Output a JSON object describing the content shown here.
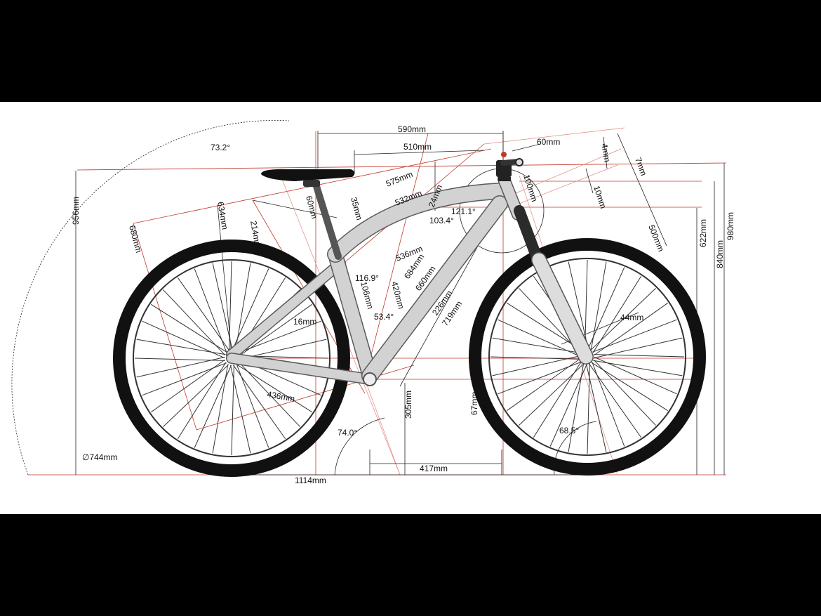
{
  "labels": {
    "wheelbase": "1114mm",
    "top_tube_eff": "590mm",
    "top_tube_a": "510mm",
    "stem": "60mm",
    "reach_575": "575mm",
    "tt_532": "532mm",
    "st_536": "536mm",
    "dt_684": "684mm",
    "dt_660": "660mm",
    "dt_719": "719mm",
    "d_226": "226mm",
    "st_420": "420mm",
    "bb_106": "106mm",
    "d_35": "35mm",
    "d_24": "24mm",
    "seat_60": "60mm",
    "h_956": "956mm",
    "d_634": "634mm",
    "d_214": "214mm",
    "d_680": "680mm",
    "ang_732": "73.2°",
    "ang_1211": "121.1°",
    "ang_1034": "103.4°",
    "ang_1169": "116.9°",
    "ang_534": "53.4°",
    "ang_740": "74.0°",
    "ang_685": "68.5°",
    "d_16": "16mm",
    "cs_436": "436mm",
    "wheel_744": "∅744mm",
    "bb_305": "305mm",
    "d_417": "417mm",
    "d_67": "67mm",
    "d_4": "4mm",
    "d_7": "7mm",
    "d_100": "100mm",
    "d_10": "10mm",
    "fork_500": "500mm",
    "d_44": "44mm",
    "h_622": "622mm",
    "h_840": "840mm",
    "h_980": "980mm"
  },
  "colors": {
    "background_band": "#000000",
    "paper": "#ffffff",
    "reference_line": "#c0392b",
    "frame_light": "#d2d2d2",
    "frame_dark": "#5a5a5a",
    "tire": "#111111"
  }
}
